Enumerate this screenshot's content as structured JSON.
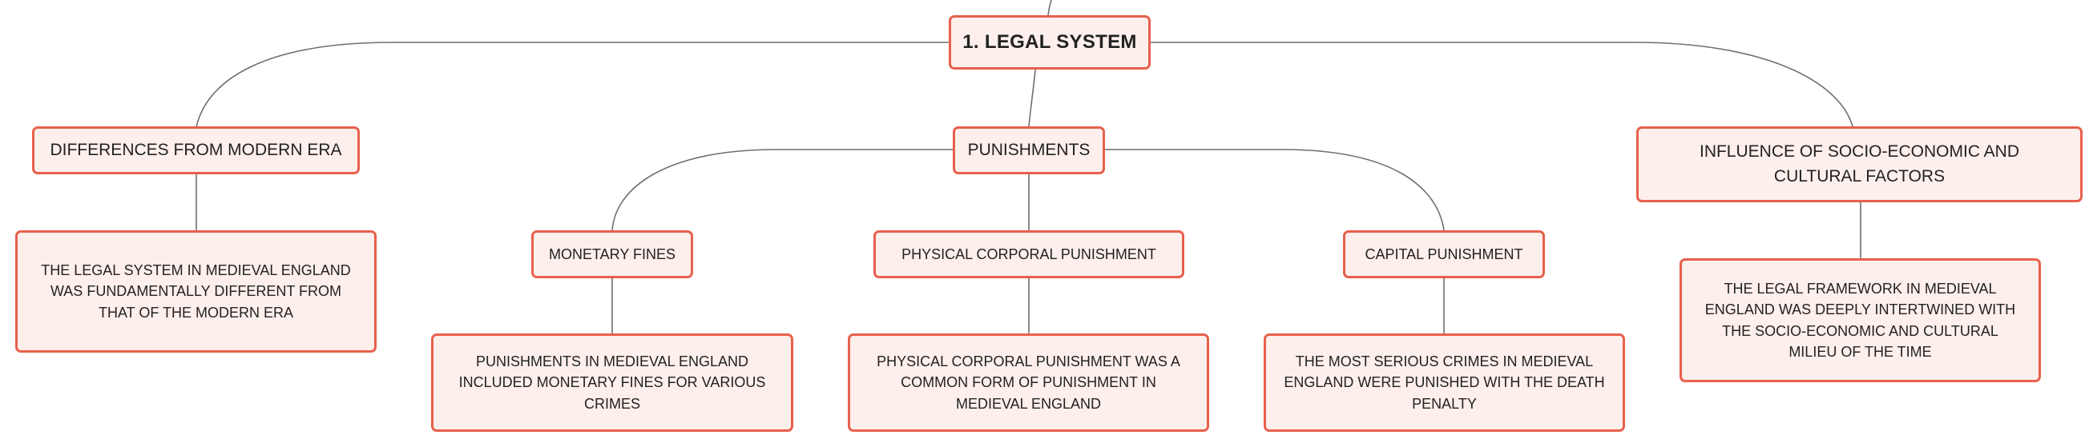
{
  "mindmap": {
    "root": {
      "label": "1. LEGAL SYSTEM"
    },
    "topics": [
      {
        "label": "DIFFERENCES FROM MODERN ERA",
        "note": "THE LEGAL SYSTEM IN MEDIEVAL ENGLAND WAS FUNDAMENTALLY DIFFERENT FROM THAT OF THE MODERN ERA"
      },
      {
        "label": "PUNISHMENTS",
        "subtopics": [
          {
            "label": "MONETARY FINES",
            "note": "PUNISHMENTS IN MEDIEVAL ENGLAND INCLUDED MONETARY FINES FOR VARIOUS CRIMES"
          },
          {
            "label": "PHYSICAL CORPORAL PUNISHMENT",
            "note": "PHYSICAL CORPORAL PUNISHMENT WAS A COMMON FORM OF PUNISHMENT IN MEDIEVAL ENGLAND"
          },
          {
            "label": "CAPITAL PUNISHMENT",
            "note": "THE MOST SERIOUS CRIMES IN MEDIEVAL ENGLAND WERE PUNISHED WITH THE DEATH PENALTY"
          }
        ]
      },
      {
        "label": "INFLUENCE OF SOCIO-ECONOMIC AND CULTURAL FACTORS",
        "note": "THE LEGAL FRAMEWORK IN MEDIEVAL ENGLAND WAS DEEPLY INTERTWINED WITH THE SOCIO-ECONOMIC AND CULTURAL MILIEU OF THE TIME"
      }
    ],
    "colors": {
      "node_border": "#e8604c",
      "node_fill": "#fdefeb",
      "connector": "#6f6f6f",
      "text": "#222222"
    }
  }
}
